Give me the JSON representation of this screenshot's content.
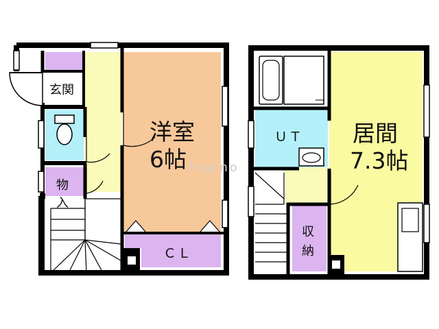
{
  "floor_plan": {
    "rooms": {
      "genkan": "玄関",
      "youshitsu_name": "洋室",
      "youshitsu_size": "6帖",
      "closet": "ＣＬ",
      "monoire_1": "物",
      "monoire_2": "入",
      "ut": "ＵＴ",
      "kyoma_name": "居間",
      "kyoma_size": "7.3帖",
      "shuno_1": "収",
      "shuno_2": "納"
    },
    "watermark": "logino"
  },
  "colors": {
    "wall": "#000000",
    "youshitsu": "#f7c89a",
    "corridor": "#fafab9",
    "kyoma": "#fafaa0",
    "closet": "#dcb4f0",
    "ut": "#b4f0fa",
    "toilet": "#b4f0fa",
    "floor_white": "#ffffff"
  }
}
